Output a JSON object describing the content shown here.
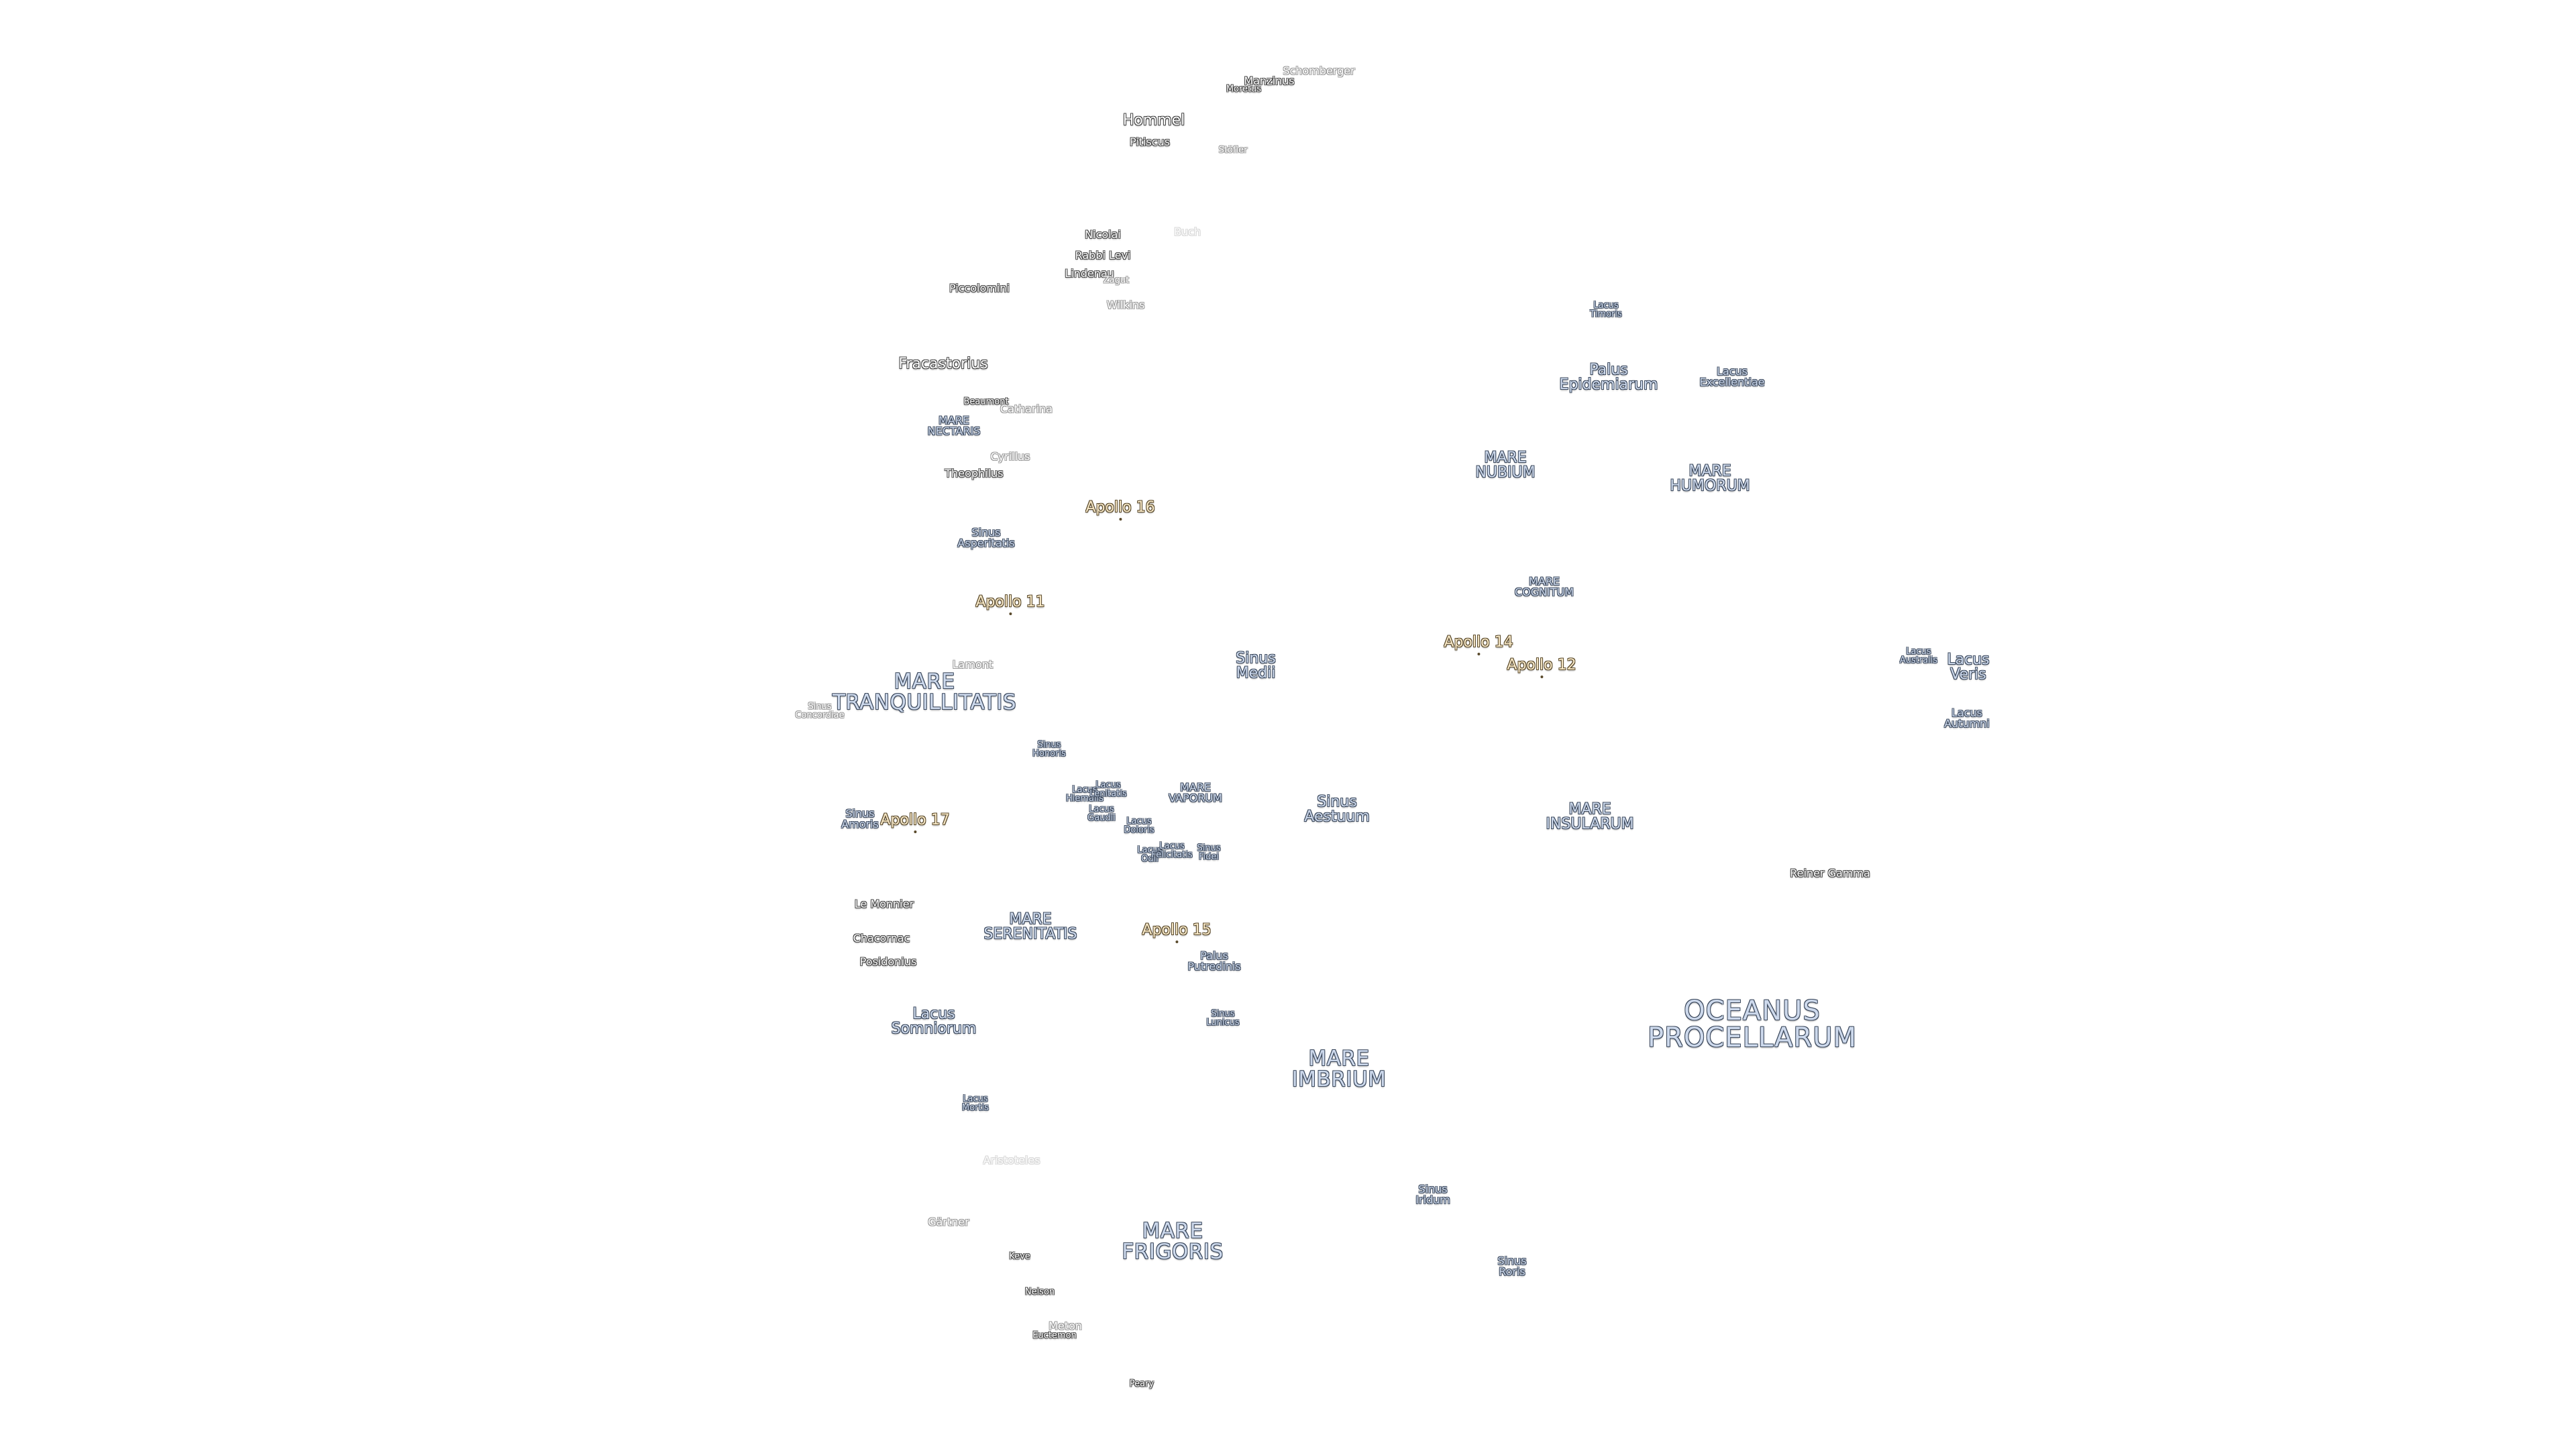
{
  "map": {
    "labels": [
      {
        "id": "oceanus-procellarum",
        "text": "OCEANUS\nPROCELLARUM",
        "kind": "sea",
        "size": "xl"
      },
      {
        "id": "mare-frigoris",
        "text": "MARE\nFRIGORIS",
        "kind": "sea",
        "size": "lg"
      },
      {
        "id": "mare-imbrium",
        "text": "MARE\nIMBRIUM",
        "kind": "sea",
        "size": "lg"
      },
      {
        "id": "mare-serenitatis",
        "text": "MARE\nSERENITATIS",
        "kind": "sea",
        "size": "md"
      },
      {
        "id": "mare-tranquillitatis",
        "text": "MARE\nTRANQUILLITATIS",
        "kind": "sea",
        "size": "lg"
      },
      {
        "id": "mare-nubium",
        "text": "MARE\nNUBIUM",
        "kind": "sea",
        "size": "md"
      },
      {
        "id": "mare-humorum",
        "text": "MARE\nHUMORUM",
        "kind": "sea",
        "size": "md"
      },
      {
        "id": "mare-cognitum",
        "text": "MARE\nCOGNITUM",
        "kind": "sea",
        "size": "sm"
      },
      {
        "id": "mare-insularum",
        "text": "MARE\nINSULARUM",
        "kind": "sea",
        "size": "md"
      },
      {
        "id": "mare-vaporum",
        "text": "MARE\nVAPORUM",
        "kind": "sea",
        "size": "sm"
      },
      {
        "id": "mare-nectaris",
        "text": "MARE\nNECTARIS",
        "kind": "sea",
        "size": "sm"
      },
      {
        "id": "lacus-somniorum",
        "text": "Lacus\nSomniorum",
        "kind": "sea",
        "size": "md"
      },
      {
        "id": "lacus-mortis",
        "text": "Lacus\nMortis",
        "kind": "sea",
        "size": "xs"
      },
      {
        "id": "lacus-veris",
        "text": "Lacus\nVeris",
        "kind": "sea",
        "size": "md"
      },
      {
        "id": "lacus-autumni",
        "text": "Lacus\nAutumni",
        "kind": "sea",
        "size": "sm"
      },
      {
        "id": "lacus-australis",
        "text": "Lacus\nAustralis",
        "kind": "sea",
        "size": "xs"
      },
      {
        "id": "lacus-timoris",
        "text": "Lacus\nTimoris",
        "kind": "sea",
        "size": "xs"
      },
      {
        "id": "lacus-excellentiae",
        "text": "Lacus\nExcellentiae",
        "kind": "sea",
        "size": "sm"
      },
      {
        "id": "palus-epidemiarum",
        "text": "Palus\nEpidemiarum",
        "kind": "sea",
        "size": "md"
      },
      {
        "id": "palus-putredinis",
        "text": "Palus\nPutredinis",
        "kind": "sea",
        "size": "sm"
      },
      {
        "id": "sinus-iridum",
        "text": "Sinus\nIridum",
        "kind": "sea",
        "size": "sm"
      },
      {
        "id": "sinus-roris",
        "text": "Sinus\nRoris",
        "kind": "sea",
        "size": "sm"
      },
      {
        "id": "sinus-medii",
        "text": "Sinus\nMedii",
        "kind": "sea",
        "size": "md"
      },
      {
        "id": "sinus-aestuum",
        "text": "Sinus\nAestuum",
        "kind": "sea",
        "size": "md"
      },
      {
        "id": "sinus-asperitatis",
        "text": "Sinus\nAsperitatis",
        "kind": "sea",
        "size": "sm"
      },
      {
        "id": "sinus-amoris",
        "text": "Sinus\nAmoris",
        "kind": "sea",
        "size": "sm"
      },
      {
        "id": "sinus-honoris",
        "text": "Sinus\nHonoris",
        "kind": "sea",
        "size": "xs"
      },
      {
        "id": "sinus-lunicus",
        "text": "Sinus\nLunicus",
        "kind": "sea",
        "size": "xs"
      },
      {
        "id": "sinus-fidei",
        "text": "Sinus\nFidei",
        "kind": "sea",
        "size": "xs"
      },
      {
        "id": "sinus-concordiae",
        "text": "Sinus\nConcordiae",
        "kind": "sea-faint",
        "size": "xs"
      },
      {
        "id": "lacus-hiemalis",
        "text": "Lacus\nHiemalis",
        "kind": "sea",
        "size": "xs"
      },
      {
        "id": "lacus-lenitatis",
        "text": "Lacus\nLenitatis",
        "kind": "sea",
        "size": "xs"
      },
      {
        "id": "lacus-gaudii",
        "text": "Lacus\nGaudii",
        "kind": "sea",
        "size": "xs"
      },
      {
        "id": "lacus-doloris",
        "text": "Lacus\nDoloris",
        "kind": "sea",
        "size": "xs"
      },
      {
        "id": "lacus-odii",
        "text": "Lacus\nOdii",
        "kind": "sea",
        "size": "xs"
      },
      {
        "id": "lacus-felicitatis",
        "text": "Lacus\nFelicitatis",
        "kind": "sea",
        "size": "xs"
      },
      {
        "id": "apollo-11",
        "text": "Apollo 11",
        "kind": "apollo",
        "size": "md"
      },
      {
        "id": "apollo-12",
        "text": "Apollo 12",
        "kind": "apollo",
        "size": "md"
      },
      {
        "id": "apollo-14",
        "text": "Apollo 14",
        "kind": "apollo",
        "size": "md"
      },
      {
        "id": "apollo-15",
        "text": "Apollo 15",
        "kind": "apollo",
        "size": "md"
      },
      {
        "id": "apollo-16",
        "text": "Apollo 16",
        "kind": "apollo",
        "size": "md"
      },
      {
        "id": "apollo-17",
        "text": "Apollo 17",
        "kind": "apollo",
        "size": "md"
      },
      {
        "id": "schomberger",
        "text": "Schomberger",
        "kind": "crater-faint",
        "size": "sm"
      },
      {
        "id": "manzinus",
        "text": "Manzinus",
        "kind": "crater",
        "size": "sm"
      },
      {
        "id": "moretus",
        "text": "Moretus",
        "kind": "crater",
        "size": "xs"
      },
      {
        "id": "hommel",
        "text": "Hommel",
        "kind": "crater",
        "size": "md"
      },
      {
        "id": "pitiscus",
        "text": "Pitiscus",
        "kind": "crater",
        "size": "sm"
      },
      {
        "id": "stofler",
        "text": "Stöfler",
        "kind": "crater-faint",
        "size": "xs"
      },
      {
        "id": "nicolai",
        "text": "Nicolai",
        "kind": "crater",
        "size": "sm"
      },
      {
        "id": "buch",
        "text": "Buch",
        "kind": "crater-ghost",
        "size": "sm"
      },
      {
        "id": "rabbi-levi",
        "text": "Rabbi Levi",
        "kind": "crater",
        "size": "sm"
      },
      {
        "id": "lindenau",
        "text": "Lindenau",
        "kind": "crater",
        "size": "sm"
      },
      {
        "id": "zagut",
        "text": "Zagut",
        "kind": "crater-faint",
        "size": "xs"
      },
      {
        "id": "piccolomini",
        "text": "Piccolomini",
        "kind": "crater",
        "size": "sm"
      },
      {
        "id": "wilkins",
        "text": "Wilkins",
        "kind": "crater-faint",
        "size": "sm"
      },
      {
        "id": "fracastorius",
        "text": "Fracastorius",
        "kind": "crater",
        "size": "md"
      },
      {
        "id": "beaumont",
        "text": "Beaumont",
        "kind": "crater",
        "size": "xs"
      },
      {
        "id": "catharina",
        "text": "Catharina",
        "kind": "crater-faint",
        "size": "sm"
      },
      {
        "id": "cyrillus",
        "text": "Cyrillus",
        "kind": "crater-faint",
        "size": "sm"
      },
      {
        "id": "theophilus",
        "text": "Theophilus",
        "kind": "crater",
        "size": "sm"
      },
      {
        "id": "lamont",
        "text": "Lamont",
        "kind": "crater-faint",
        "size": "sm"
      },
      {
        "id": "le-monnier",
        "text": "Le Monnier",
        "kind": "crater",
        "size": "sm"
      },
      {
        "id": "chacornac",
        "text": "Chacornac",
        "kind": "crater",
        "size": "sm"
      },
      {
        "id": "posidonius",
        "text": "Posidonius",
        "kind": "crater",
        "size": "sm"
      },
      {
        "id": "aristoteles",
        "text": "Aristoteles",
        "kind": "crater-ghost",
        "size": "sm"
      },
      {
        "id": "gartner",
        "text": "Gärtner",
        "kind": "crater-faint",
        "size": "sm"
      },
      {
        "id": "keve",
        "text": "Keve",
        "kind": "crater",
        "size": "xs"
      },
      {
        "id": "nelson",
        "text": "Nelson",
        "kind": "crater",
        "size": "xs"
      },
      {
        "id": "meton",
        "text": "Meton",
        "kind": "crater-faint",
        "size": "sm"
      },
      {
        "id": "euctemon",
        "text": "Euctemon",
        "kind": "crater",
        "size": "xs"
      },
      {
        "id": "peary",
        "text": "Peary",
        "kind": "crater",
        "size": "xs"
      },
      {
        "id": "rainer-gamma",
        "text": "Reiner Gamma",
        "kind": "crater",
        "size": "sm"
      }
    ]
  }
}
